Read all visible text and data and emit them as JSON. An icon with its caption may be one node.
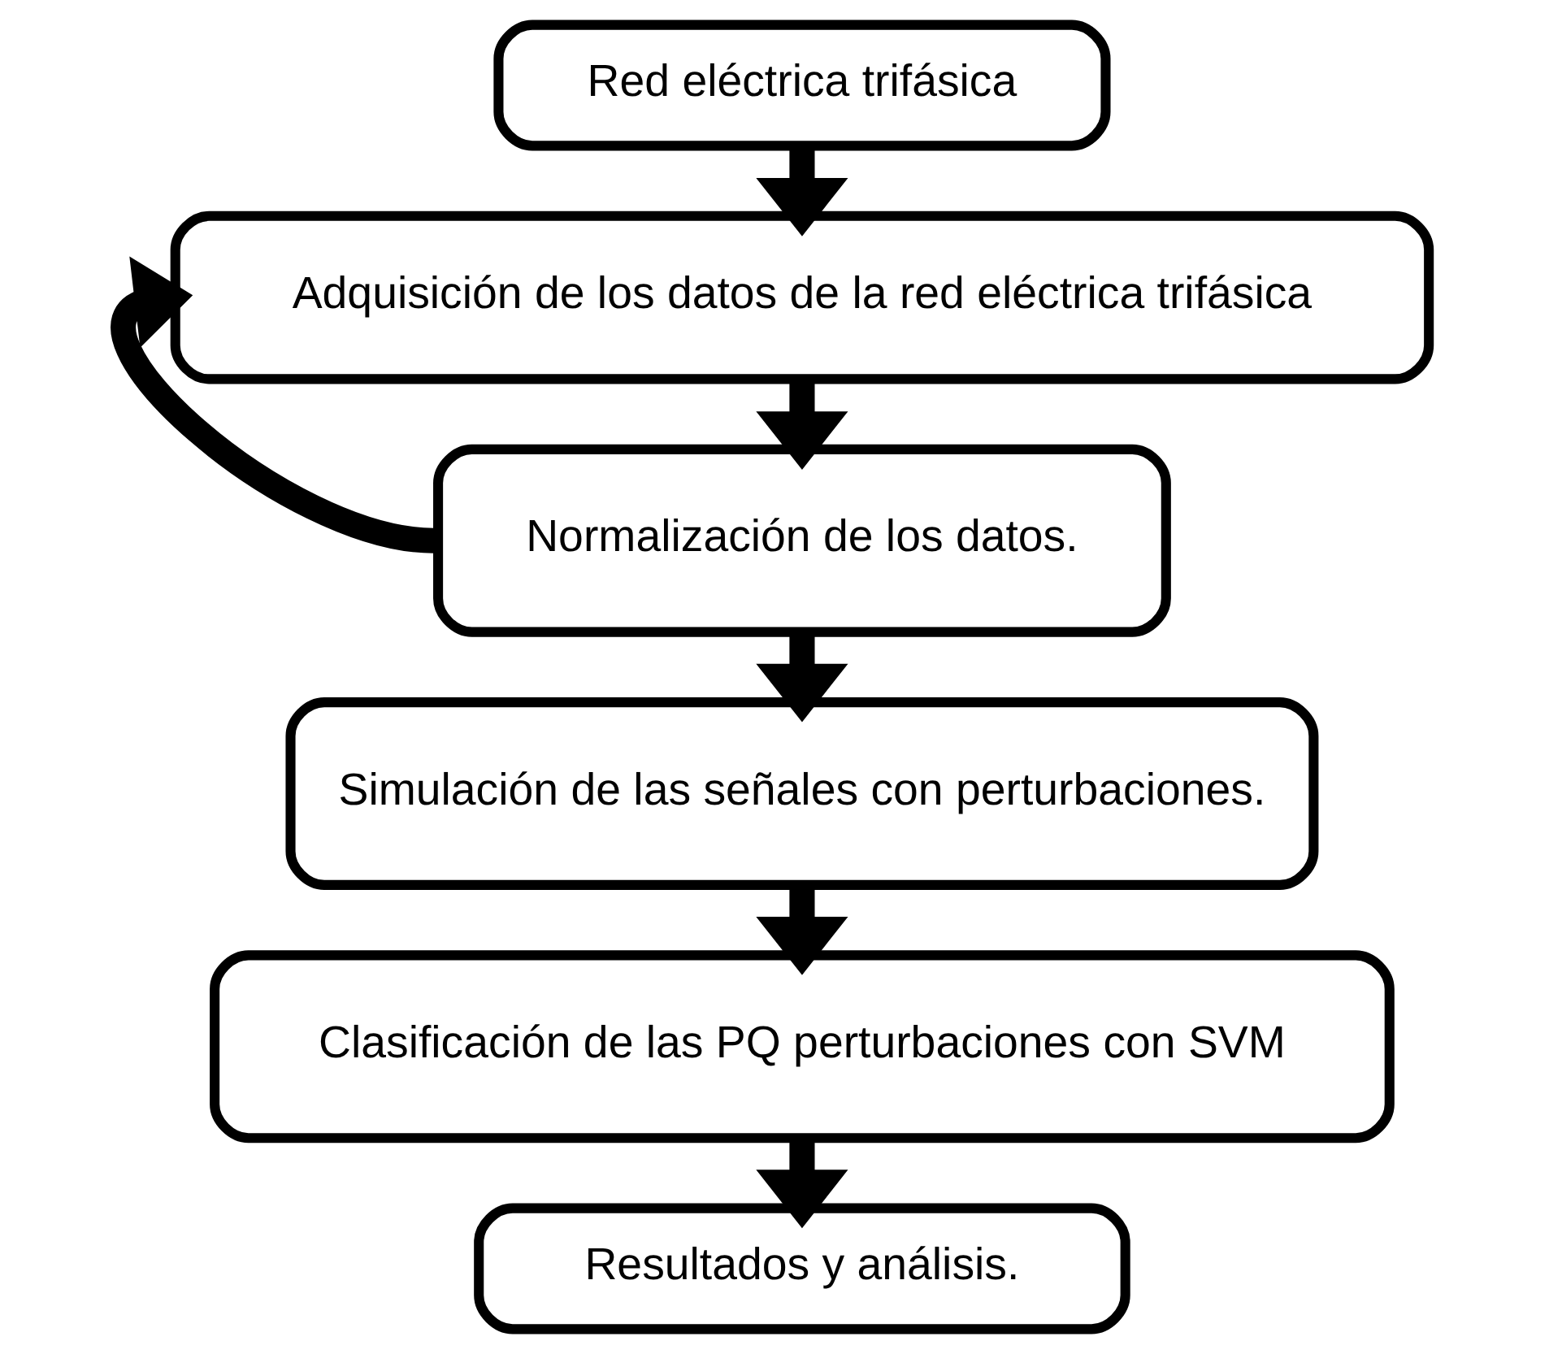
{
  "diagram": {
    "nodes": [
      {
        "text": [
          "Red eléctrica trifásica"
        ]
      },
      {
        "text": [
          "Adquisición de los datos de la red eléctrica trifásica"
        ]
      },
      {
        "text": [
          "Normalización de los datos."
        ]
      },
      {
        "text": [
          "Simulación de las señales con perturbaciones."
        ]
      },
      {
        "text": [
          "Clasificación de las PQ perturbaciones con SVM"
        ]
      },
      {
        "text": [
          "Resultados y análisis."
        ]
      }
    ],
    "edges": [
      {
        "from": 0,
        "to": 1,
        "arrow": "to"
      },
      {
        "from": 1,
        "to": 2,
        "arrow": "to"
      },
      {
        "from": 2,
        "to": 3,
        "arrow": "to"
      },
      {
        "from": 2,
        "to": 1,
        "arrow": "to"
      },
      {
        "from": 3,
        "to": 4,
        "arrow": "to"
      },
      {
        "from": 4,
        "to": 5,
        "arrow": "to"
      }
    ]
  }
}
